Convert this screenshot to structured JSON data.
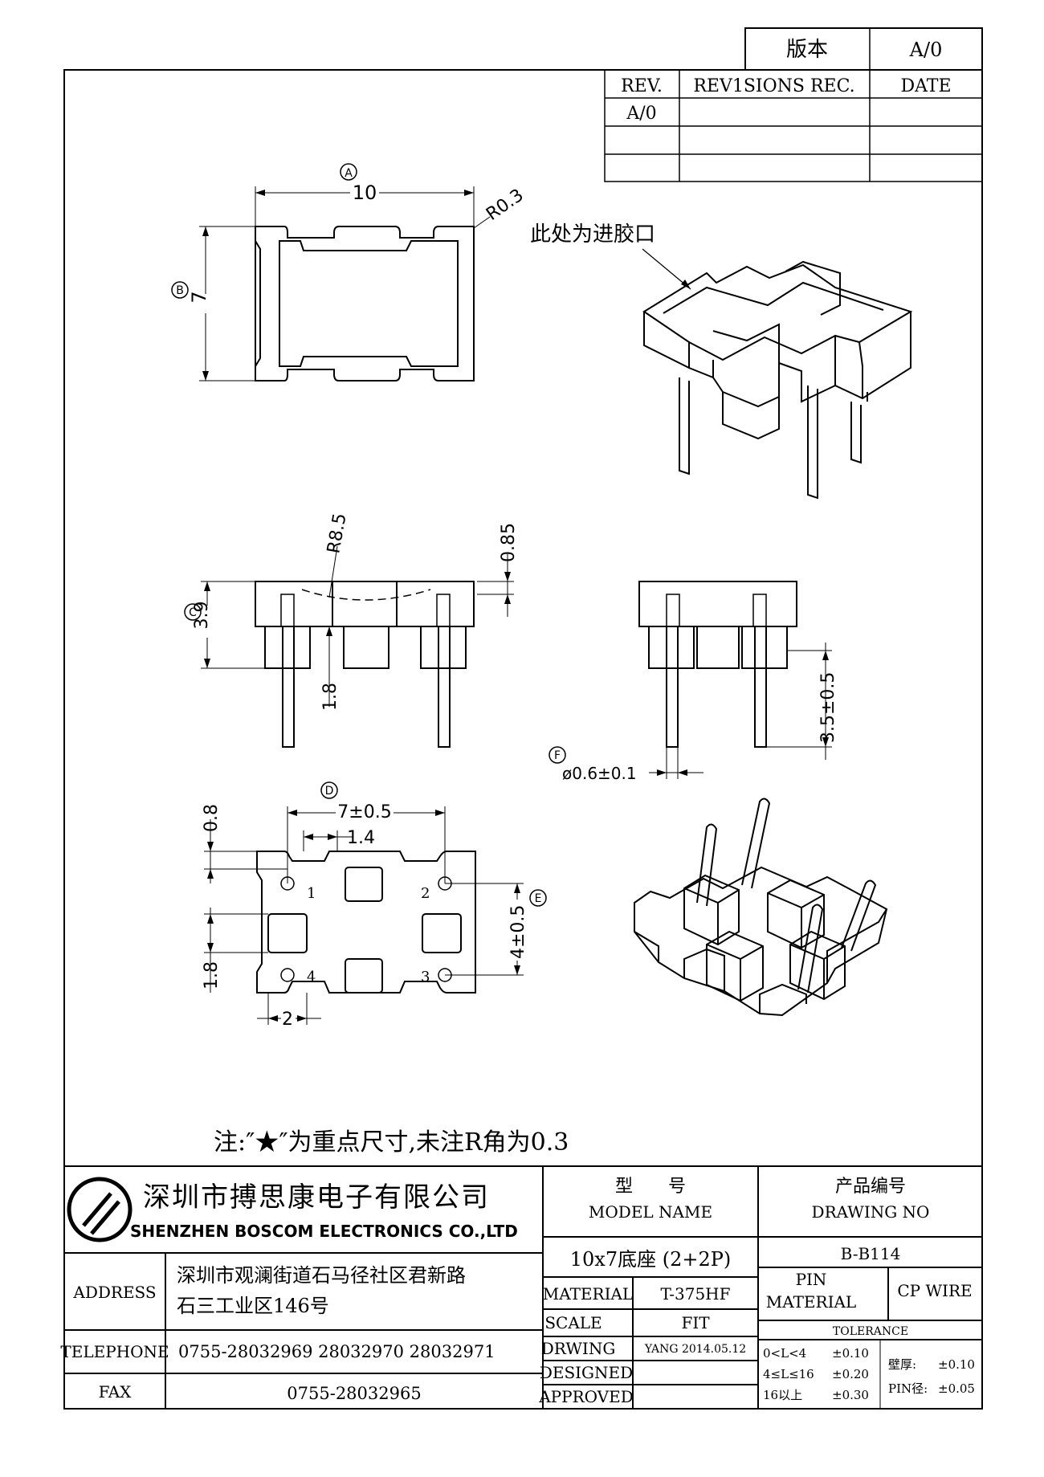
{
  "revision_box": {
    "version_label": "版本",
    "version_value": "A/0",
    "headers": [
      "REV.",
      "REV1SIONS REC.",
      "DATE"
    ],
    "rows": [
      [
        "A/0",
        "",
        ""
      ],
      [
        "",
        "",
        ""
      ],
      [
        "",
        "",
        ""
      ]
    ]
  },
  "callouts": {
    "A": "A",
    "B": "B",
    "C": "C",
    "D": "D",
    "E": "E",
    "F": "F"
  },
  "dims": {
    "top_width": "10",
    "top_radius": "R0.3",
    "top_height": "7",
    "gate_note": "此处为进胶口",
    "side_radius": "R8.5",
    "side_offset": "0.85",
    "side_height": "3.9",
    "side_standoff": "1.8",
    "pin_length": "3.5±0.5",
    "pin_dia": "ø0.6±0.1",
    "bottom_pitch": "7±0.5",
    "bottom_edge": "0.8",
    "bottom_gap": "1.4",
    "bottom_row": "4±0.5",
    "bottom_pad": "1.8",
    "bottom_foot": "2"
  },
  "pin_numbers": [
    "1",
    "2",
    "3",
    "4"
  ],
  "note": "注:″★″为重点尺寸,未注R角为0.3",
  "title_block": {
    "company_cn": "深圳市搏思康电子有限公司",
    "company_en": "SHENZHEN BOSCOM ELECTRONICS CO.,LTD",
    "address_label": "ADDRESS",
    "address_line1": "深圳市观澜街道石马径社区君新路",
    "address_line2": "石三工业区146号",
    "telephone_label": "TELEPHONE",
    "telephone": "0755-28032969 28032970 28032971",
    "fax_label": "FAX",
    "fax": "0755-28032965",
    "model_cn": "型　　号",
    "model_en": "MODEL NAME",
    "model_value": "10x7底座 (2+2P)",
    "drawing_cn": "产品编号",
    "drawing_en": "DRAWING NO",
    "drawing_value": "B-B114",
    "material_label": "MATERIAL",
    "material_value": "T-375HF",
    "scale_label": "SCALE",
    "scale_value": "FIT",
    "drwing_label": "DRWING",
    "drwing_value": "YANG 2014.05.12",
    "designed_label": "DESIGNED",
    "approved_label": "APPROVED",
    "pin_material_line1": "PIN",
    "pin_material_line2": "MATERIAL",
    "pin_material_value": "CP WIRE",
    "tolerance_label": "TOLERANCE",
    "tol_rows": [
      {
        "range": "0<L<4",
        "value": "±0.10"
      },
      {
        "range": "4≤L≤16",
        "value": "±0.20"
      },
      {
        "range": "16以上",
        "value": "±0.30"
      }
    ],
    "wall_label": "壁厚:",
    "wall_value": "±0.10",
    "pin_dia_label": "PIN径:",
    "pin_dia_value": "±0.05"
  }
}
